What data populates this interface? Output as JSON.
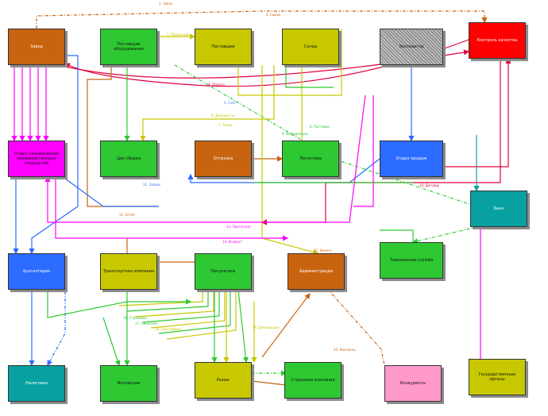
{
  "diagram": {
    "nodes": [
      {
        "id": "n_zavod",
        "label": "Завод",
        "color": "#c86410",
        "text_color": "#ffffff"
      },
      {
        "id": "n_orange_tr",
        "label": "Поставщик оборудования",
        "color": "#2ec832"
      },
      {
        "id": "n_y1",
        "label": "Поставщик",
        "color": "#c8c800"
      },
      {
        "id": "n_y2",
        "label": "Склад",
        "color": "#c8c800"
      },
      {
        "id": "n_gray",
        "label": "Экспедитор",
        "color": "#a0a0a0",
        "hatched": true
      },
      {
        "id": "n_red",
        "label": "Контроль качества",
        "color": "#ff0000",
        "text_color": "#ffffff"
      },
      {
        "id": "n_magenta",
        "label": "Отдел планирования производственных мощностей",
        "color": "#ff00ff"
      },
      {
        "id": "n_g_mid",
        "label": "Цех сборки",
        "color": "#2ec832"
      },
      {
        "id": "n_o_mid",
        "label": "Отгрузка",
        "color": "#c86410",
        "text_color": "#ffffff"
      },
      {
        "id": "n_g_mid2",
        "label": "Логистика",
        "color": "#2ec832"
      },
      {
        "id": "n_blue_mid",
        "label": "Отдел продаж",
        "color": "#2b6bff",
        "text_color": "#ffffff"
      },
      {
        "id": "n_teal_r",
        "label": "Банк",
        "color": "#08a0a0",
        "text_color": "#ffffff"
      },
      {
        "id": "n_blue_l",
        "label": "Бухгалтерия",
        "color": "#2b6bff",
        "text_color": "#ffffff"
      },
      {
        "id": "n_y_l",
        "label": "Транспортная компания",
        "color": "#c8c800"
      },
      {
        "id": "n_g_center",
        "label": "Покупатель",
        "color": "#2ec832"
      },
      {
        "id": "n_o_center",
        "label": "Администрация",
        "color": "#c86410",
        "text_color": "#ffffff"
      },
      {
        "id": "n_g_right",
        "label": "Таможенная служба",
        "color": "#2ec832"
      },
      {
        "id": "n_teal_bl",
        "label": "Налоговая",
        "color": "#08a0a0",
        "text_color": "#ffffff"
      },
      {
        "id": "n_g_bot",
        "label": "Инспекция",
        "color": "#2ec832"
      },
      {
        "id": "n_y_bot",
        "label": "Рынок",
        "color": "#c8c800"
      },
      {
        "id": "n_g_bot2",
        "label": "Страховая компания",
        "color": "#2ec832"
      },
      {
        "id": "n_pink",
        "label": "Конкуренты",
        "color": "#ff99cc"
      },
      {
        "id": "n_y_br",
        "label": "Государственные органы",
        "color": "#c8c800"
      }
    ],
    "edge_labels": [
      "1. Заказ",
      "2. Сырьё",
      "3. Продукция",
      "4. Оплата",
      "5. Счёт",
      "6. Документы",
      "7. Товар",
      "8. Поставка",
      "9. Информация",
      "10. Договор",
      "11. Запрос",
      "12. Отчёт",
      "13. Претензия",
      "14. Возврат",
      "15. Налоги",
      "16. Страховка",
      "17. Лицензия",
      "18. Сертификат",
      "19. Декларация",
      "20. Контроль"
    ]
  }
}
